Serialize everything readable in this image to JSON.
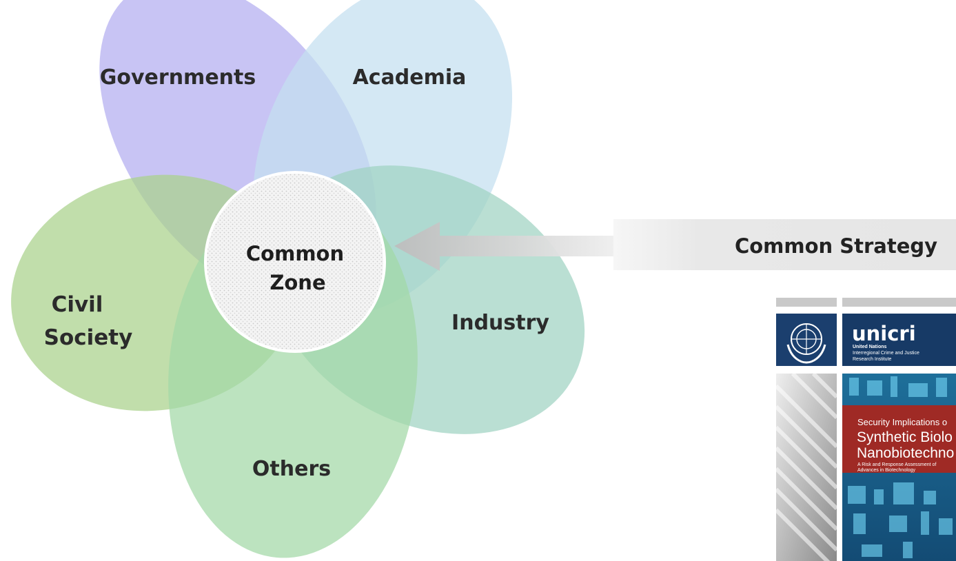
{
  "diagram": {
    "petals": {
      "governments": {
        "label": "Governments",
        "color": "#b9b3e6"
      },
      "academia": {
        "label": "Academia",
        "color": "#c9dfee"
      },
      "civil_society": {
        "label_line1": "Civil",
        "label_line2": "Society",
        "color": "#b3d49a"
      },
      "industry": {
        "label": "Industry",
        "color": "#a9d6c9"
      },
      "others": {
        "label": "Others",
        "color": "#aedbb2"
      }
    },
    "center": {
      "line1": "Common",
      "line2": "Zone"
    },
    "arrow": {
      "label": "Common Strategy"
    }
  },
  "report_cover": {
    "logo_word": "unicri",
    "org_line1": "United Nations",
    "org_line2": "Interregional Crime and Justice",
    "org_line3": "Research Institute",
    "kicker": "Security Implications o",
    "title_line1": "Synthetic Biolo",
    "title_line2": "Nanobiotechno",
    "subtitle_line1": "A Risk and Response Assessment of",
    "subtitle_line2": "Advances in Biotechnology",
    "colors": {
      "navy": "#173a66",
      "red": "#9f2a25",
      "cyan": "#2f8fb8"
    }
  }
}
